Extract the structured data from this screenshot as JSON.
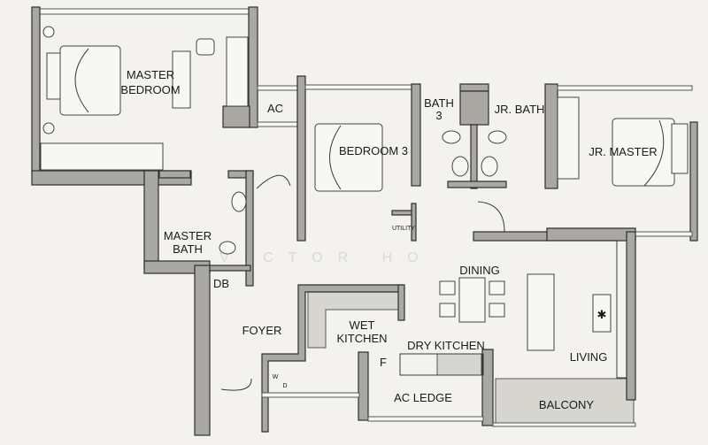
{
  "plan": {
    "rooms": {
      "master_bedroom": [
        "MASTER",
        "BEDROOM"
      ],
      "ac": "AC",
      "bedroom3": "BEDROOM 3",
      "bath3": [
        "BATH",
        "3"
      ],
      "jr_bath": "JR. BATH",
      "jr_master": "JR. MASTER",
      "master_bath": [
        "MASTER",
        "BATH"
      ],
      "utility": "UTILITY",
      "db": "DB",
      "dining": "DINING",
      "foyer": "FOYER",
      "wet_kitchen": [
        "WET",
        "KITCHEN"
      ],
      "dry_kitchen": "DRY KITCHEN",
      "fridge": "F",
      "washer_dryer": [
        "W",
        "D"
      ],
      "living": "LIVING",
      "ac_ledge": "AC LEDGE",
      "balcony": "BALCONY"
    },
    "watermark": "VICTOR HO",
    "colors": {
      "background": "#f3f2ee",
      "wall": "#aaa8a3",
      "balcony_floor": "#d7d5d0"
    }
  }
}
